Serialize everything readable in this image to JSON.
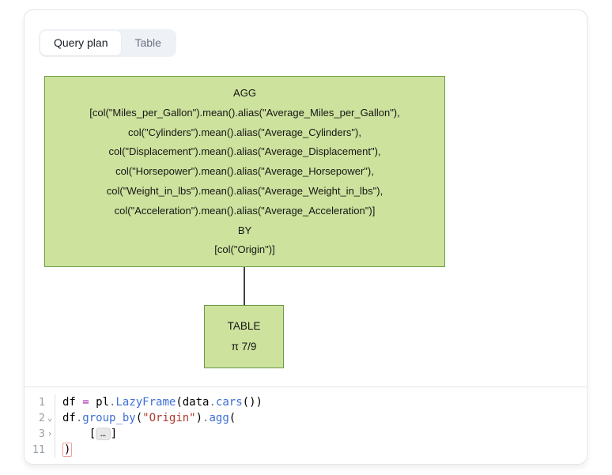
{
  "tabs": {
    "query_plan_label": "Query plan",
    "table_label": "Table"
  },
  "diagram": {
    "agg_node": {
      "lines": [
        "AGG",
        "[col(\"Miles_per_Gallon\").mean().alias(\"Average_Miles_per_Gallon\"),",
        "col(\"Cylinders\").mean().alias(\"Average_Cylinders\"),",
        "col(\"Displacement\").mean().alias(\"Average_Displacement\"),",
        "col(\"Horsepower\").mean().alias(\"Average_Horsepower\"),",
        "col(\"Weight_in_lbs\").mean().alias(\"Average_Weight_in_lbs\"),",
        "col(\"Acceleration\").mean().alias(\"Average_Acceleration\")]",
        "BY",
        "[col(\"Origin\")]"
      ]
    },
    "table_node": {
      "lines": [
        "TABLE",
        "π 7/9"
      ]
    },
    "colors": {
      "node_fill": "#cde29d",
      "node_border": "#6d9b47"
    }
  },
  "editor": {
    "syntax_colors": {
      "operator": "#a626a4",
      "punctuation_dot": "#6e7781",
      "function": "#3d6fd4",
      "string": "#b03a30"
    },
    "lines": [
      {
        "number": "1",
        "fold": "",
        "tokens": [
          {
            "text": "df ",
            "type": "plain"
          },
          {
            "text": "=",
            "type": "op"
          },
          {
            "text": " pl",
            "type": "plain"
          },
          {
            "text": ".",
            "type": "dot"
          },
          {
            "text": "LazyFrame",
            "type": "fn"
          },
          {
            "text": "(data",
            "type": "plain"
          },
          {
            "text": ".",
            "type": "dot"
          },
          {
            "text": "cars",
            "type": "fn"
          },
          {
            "text": "())",
            "type": "plain"
          }
        ]
      },
      {
        "number": "2",
        "fold": "⌄",
        "tokens": [
          {
            "text": "df",
            "type": "plain"
          },
          {
            "text": ".",
            "type": "dot"
          },
          {
            "text": "group_by",
            "type": "fn"
          },
          {
            "text": "(",
            "type": "plain"
          },
          {
            "text": "\"Origin\"",
            "type": "str"
          },
          {
            "text": ")",
            "type": "plain"
          },
          {
            "text": ".",
            "type": "dot"
          },
          {
            "text": "agg",
            "type": "fn"
          },
          {
            "text": "(",
            "type": "plain"
          }
        ]
      },
      {
        "number": "3",
        "fold": "›",
        "tokens": [
          {
            "text": "    [",
            "type": "plain"
          },
          {
            "text": "…",
            "type": "ellipsis"
          },
          {
            "text": "]",
            "type": "plain"
          }
        ]
      },
      {
        "number": "11",
        "fold": "",
        "tokens": [
          {
            "text": ")",
            "type": "error"
          }
        ]
      }
    ]
  }
}
